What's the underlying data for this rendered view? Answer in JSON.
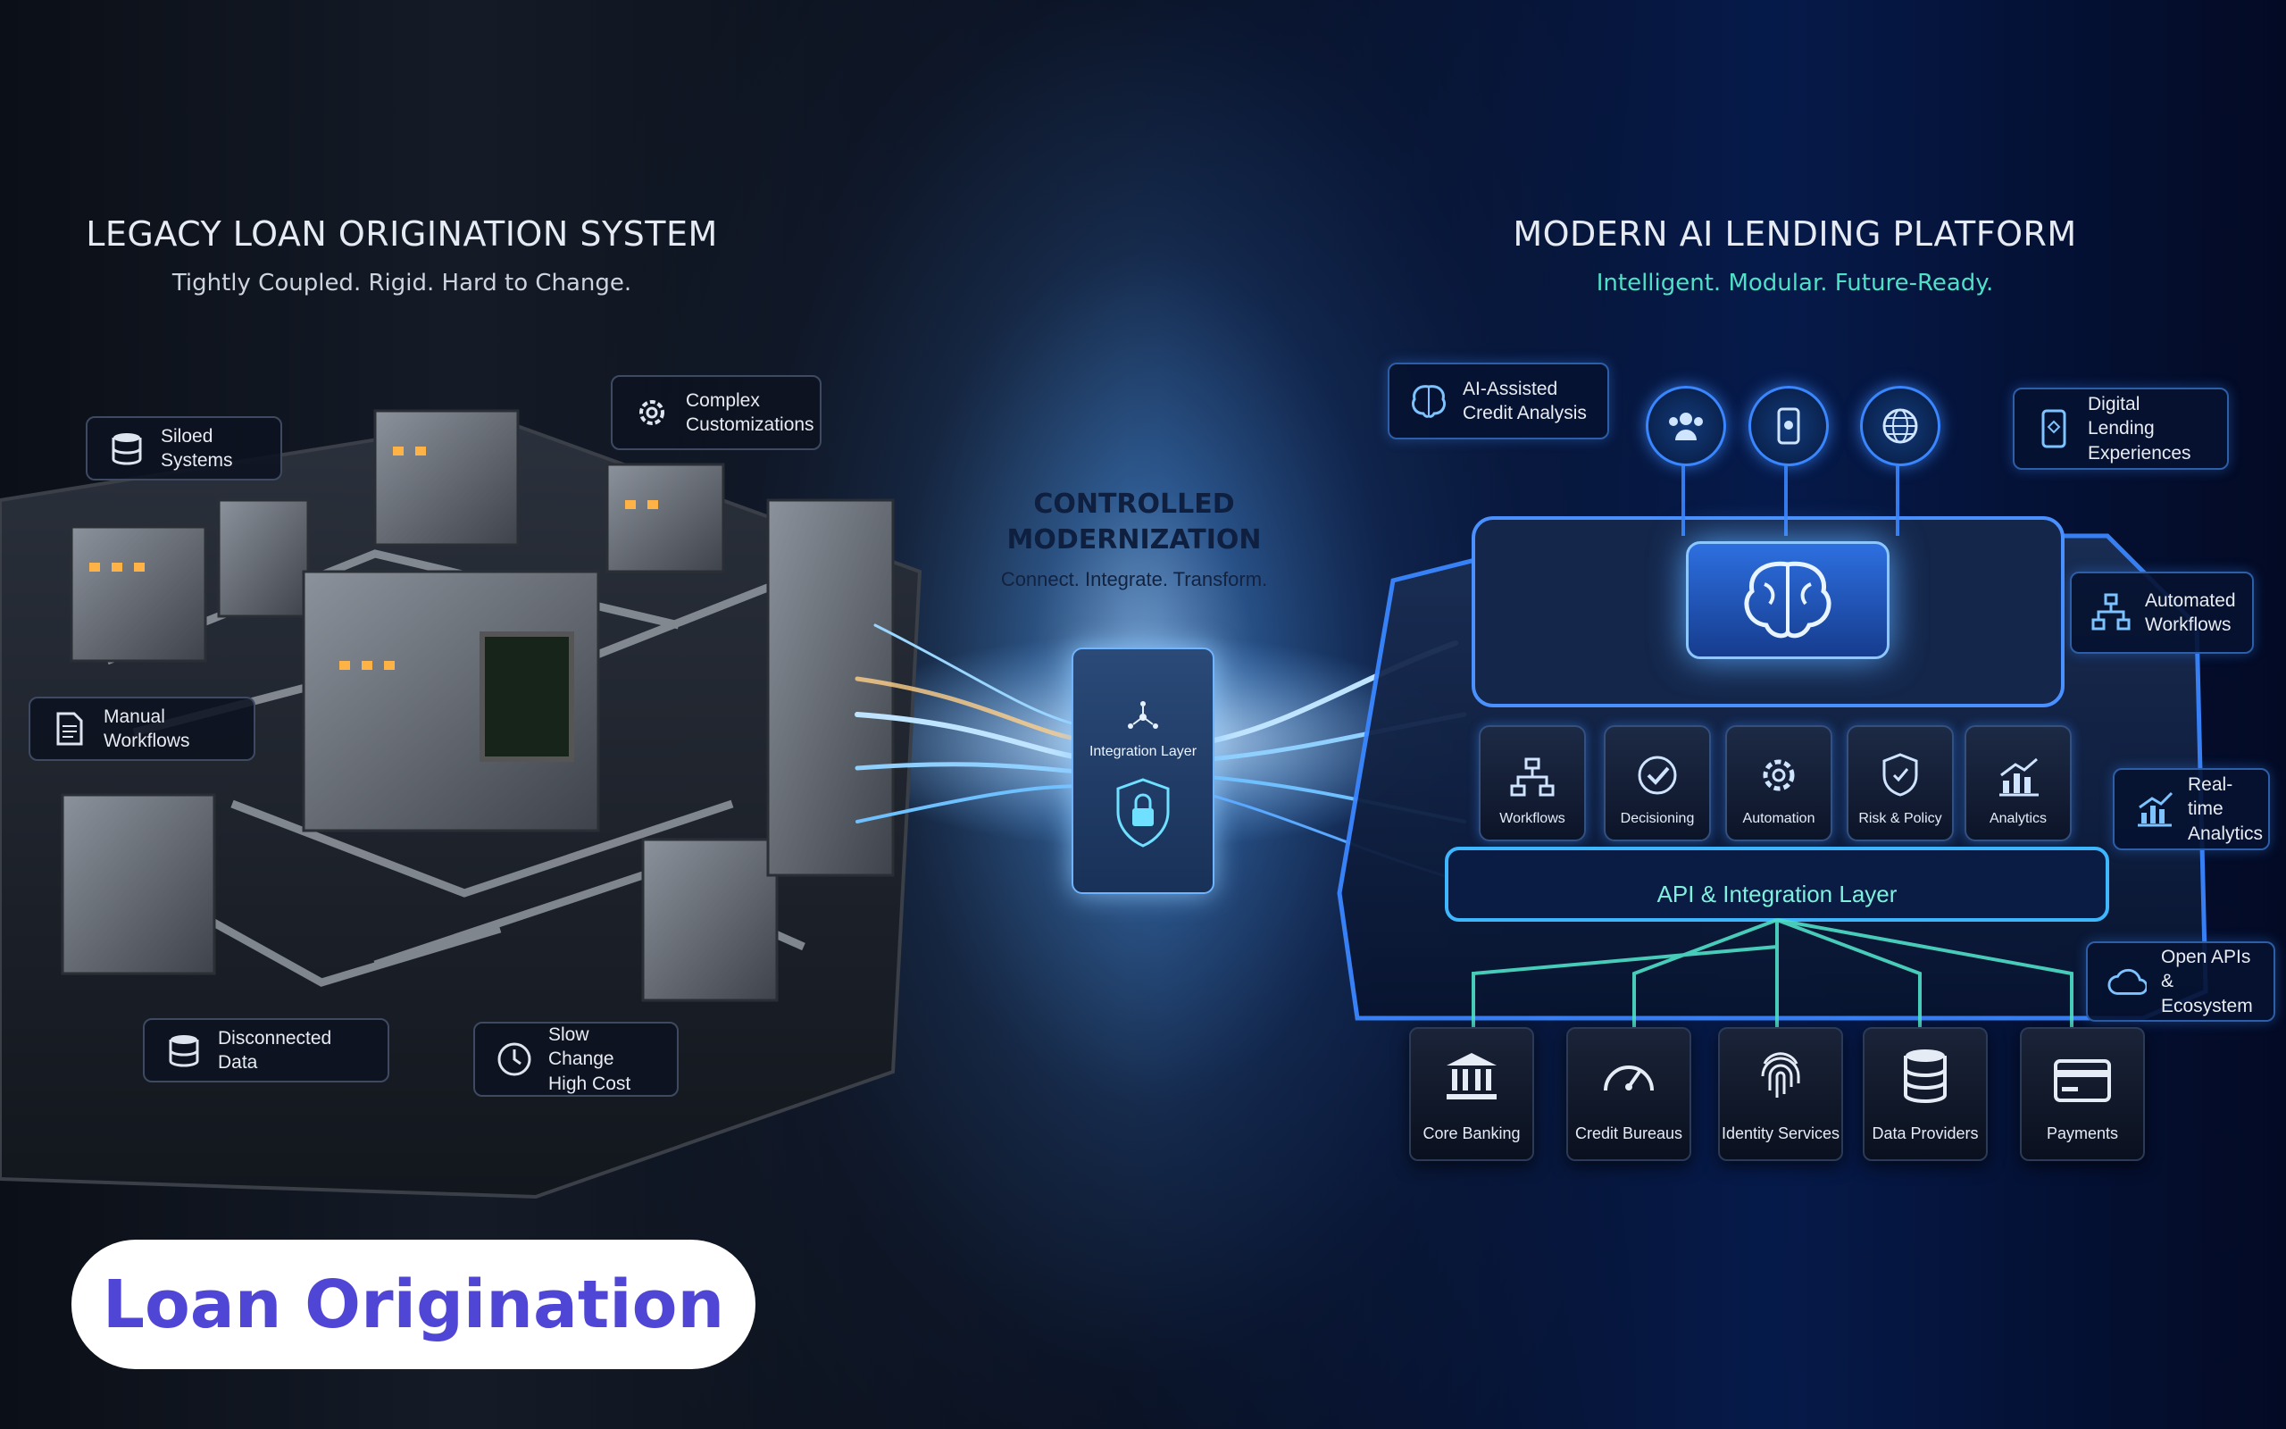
{
  "left": {
    "title": "LEGACY LOAN ORIGINATION SYSTEM",
    "subtitle": "Tightly Coupled. Rigid. Hard to Change.",
    "labels": {
      "siloed": "Siloed Systems",
      "complex": "Complex Customizations",
      "manual": "Manual Workflows",
      "disconnected": "Disconnected Data",
      "slow": "Slow Change High Cost"
    }
  },
  "middle": {
    "title_line1": "CONTROLLED",
    "title_line2": "MODERNIZATION",
    "subtitle": "Connect. Integrate. Transform.",
    "integration_label": "Integration Layer"
  },
  "right": {
    "title": "MODERN AI LENDING PLATFORM",
    "subtitle": "Intelligent. Modular. Future-Ready.",
    "labels": {
      "ai_credit": "AI-Assisted Credit Analysis",
      "digital": "Digital Lending Experiences",
      "automated": "Automated Workflows",
      "realtime": "Real-time Analytics",
      "open_apis": "Open APIs & Ecosystem"
    },
    "modules": [
      "Workflows",
      "Decisioning",
      "Automation",
      "Risk & Policy",
      "Analytics"
    ],
    "api_layer": "API & Integration Layer",
    "connectors": [
      "Core Banking",
      "Credit Bureaus",
      "Identity Services",
      "Data Providers",
      "Payments"
    ]
  },
  "badge": "Loan Origination",
  "colors": {
    "accent_teal": "#4fe0c8",
    "accent_blue": "#3a86ff",
    "badge_text": "#4f46d6"
  },
  "icons": [
    "database-icon",
    "gear-icon",
    "document-icon",
    "clock-dollar-icon",
    "network-icon",
    "lock-icon",
    "brain-icon",
    "users-icon",
    "mobile-icon",
    "globe-icon",
    "workflow-icon",
    "check-icon",
    "shield-icon",
    "chart-icon",
    "cloud-icon",
    "bank-icon",
    "gauge-icon",
    "fingerprint-icon",
    "card-icon"
  ]
}
